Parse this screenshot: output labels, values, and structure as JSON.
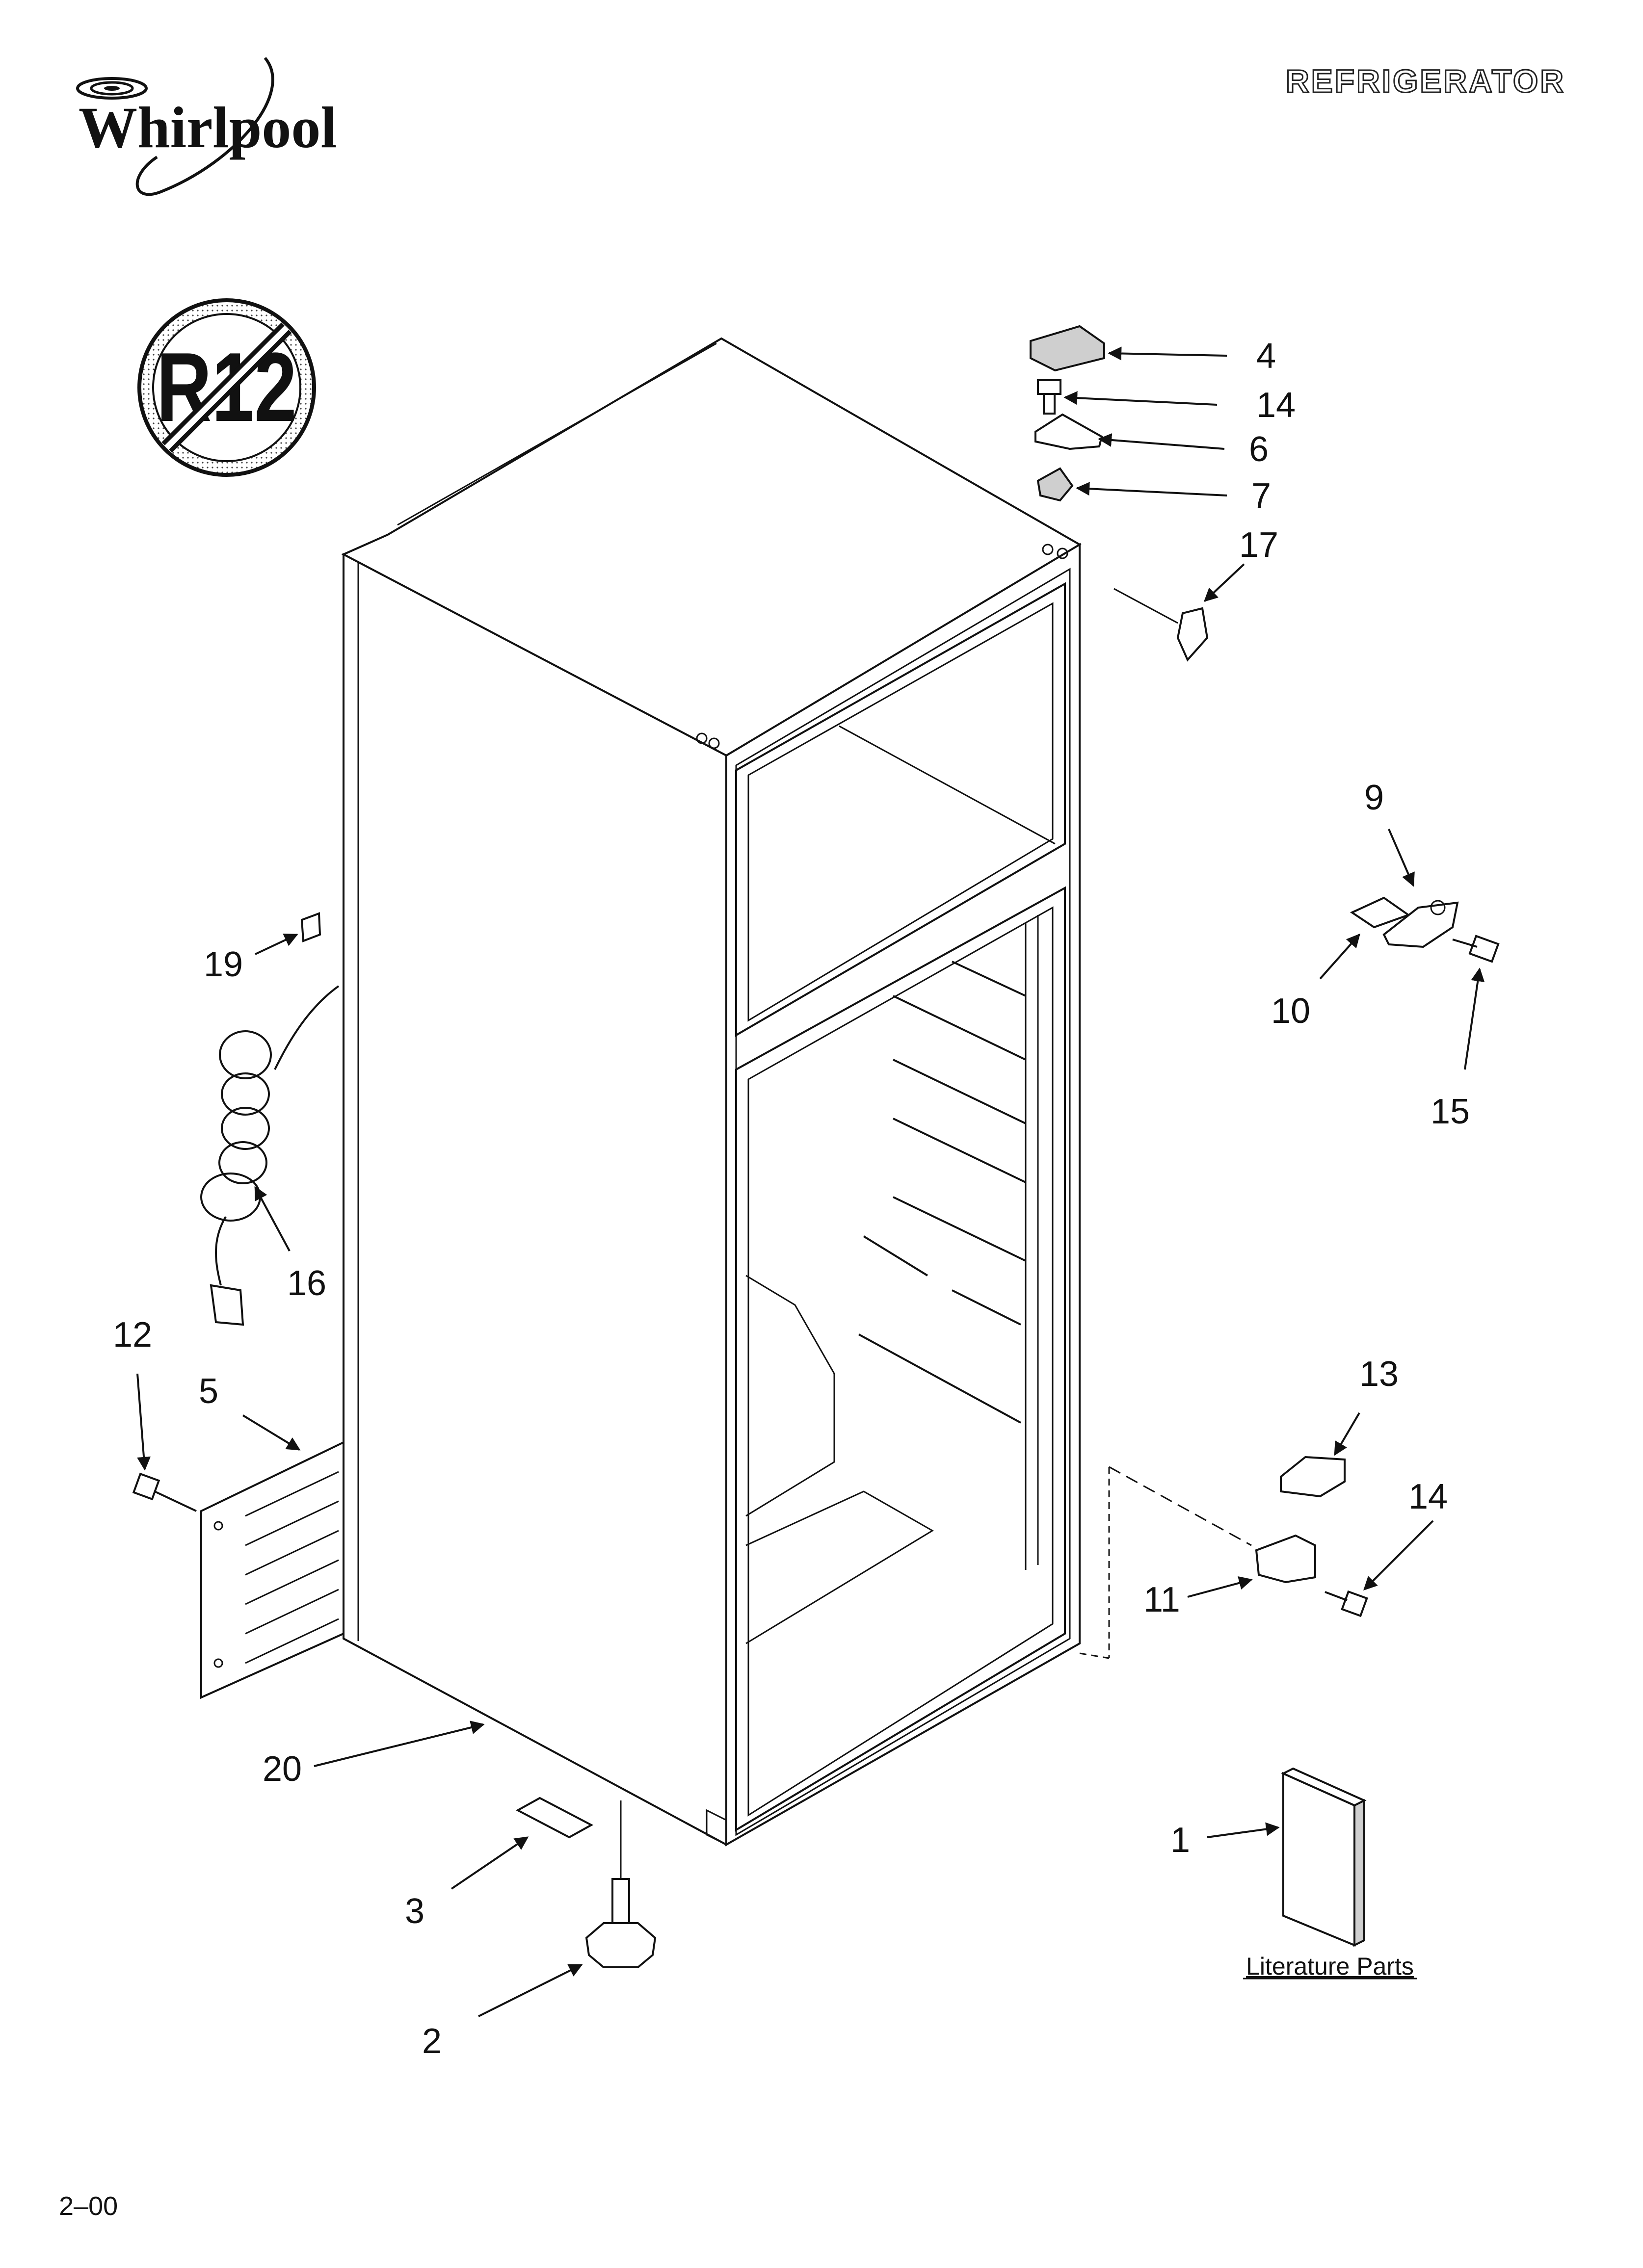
{
  "brand": {
    "name": "Whirlpool"
  },
  "header": {
    "title": "REFRIGERATOR"
  },
  "badge": {
    "text": "R12"
  },
  "callouts": [
    "4",
    "14",
    "6",
    "7",
    "17",
    "9",
    "10",
    "15",
    "19",
    "16",
    "12",
    "5",
    "13",
    "14",
    "11",
    "20",
    "3",
    "1",
    "2"
  ],
  "literature": {
    "label": "Literature Parts"
  },
  "footer": {
    "code": "2–00"
  }
}
